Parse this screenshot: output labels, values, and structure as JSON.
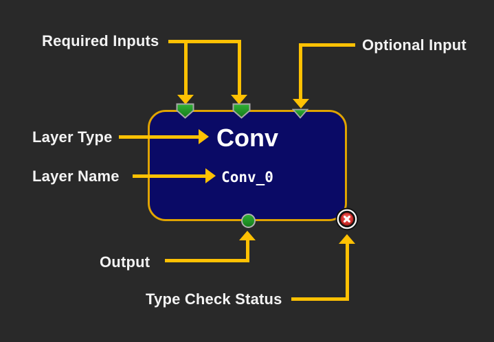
{
  "colors": {
    "background": "#292929",
    "arrow_yellow": "#FFC103",
    "node_fill": "#0A0A66",
    "node_border": "#E0A400",
    "port_green": "#1E9B22",
    "status_red": "#D32F2F",
    "label_text": "#F3F3F3",
    "node_text": "#FFFFFF"
  },
  "annotations": {
    "required_inputs": "Required Inputs",
    "optional_input": "Optional Input",
    "layer_type": "Layer Type",
    "layer_name": "Layer Name",
    "output": "Output",
    "type_check_status": "Type Check Status"
  },
  "node": {
    "layer_type": "Conv",
    "layer_name": "Conv_0",
    "required_input_count": 2,
    "optional_input_count": 1,
    "output_count": 1,
    "type_check_status": "error"
  }
}
